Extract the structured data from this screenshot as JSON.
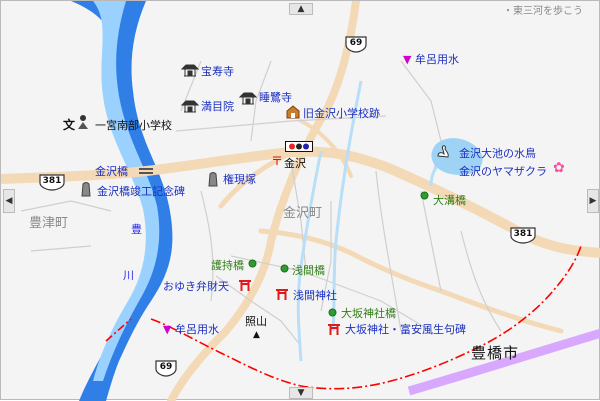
{
  "credit": "・東三河を歩こう",
  "towns": {
    "toyotsu": "豊津町",
    "kanazawa": "金沢町",
    "toyohashi": "豊橋市"
  },
  "river_label": [
    "豊",
    "川"
  ],
  "routes": {
    "r69_top": "69",
    "r69_bottom": "69",
    "r381_left": "381",
    "r381_right": "381"
  },
  "places": {
    "houjuji": "宝寿寺",
    "suirokuji": "睡鷺寺",
    "mankuin": "満目院",
    "ichinomiya_school": "一宮南部小学校",
    "kyu_kanazawa_school": "旧金沢小学校跡",
    "kanazawa_station": "金沢",
    "kanazawa_bridge": "金沢橋",
    "kanazawa_bridge_monument": "金沢橋竣工記念碑",
    "gongenzuka": "権現塚",
    "kanazawa_ike_birds": "金沢大池の水鳥",
    "yamazakura": "金沢のヤマザクラ",
    "ohmizo_bridge": "大溝橋",
    "gomochi_bridge": "護持橋",
    "senma_bridge": "浅間橋",
    "oyuki_benzaiten": "おゆき弁財天",
    "senma_shrine": "浅間神社",
    "osaka_bridge": "大坂神社橋",
    "osaka_shrine": "大坂神社・富安風生句碑",
    "teruyama": "照山",
    "muro_top": "牟呂用水",
    "muro_bottom": "牟呂用水"
  },
  "colors": {
    "river": "#2f7fe6",
    "road": "#f3d9b6",
    "water_channel": "#b8dff7",
    "city_boundary": "#ff0000",
    "railway": "#d8a8ff"
  }
}
